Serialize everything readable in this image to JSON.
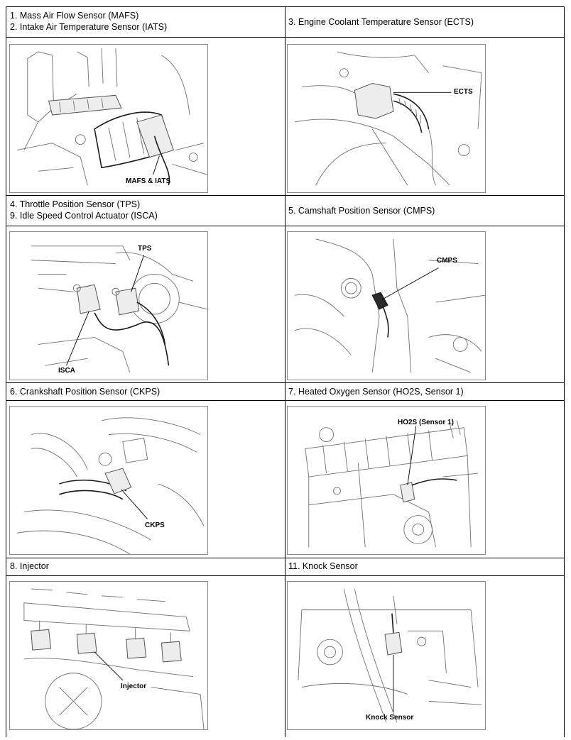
{
  "rows": [
    {
      "left": {
        "lines": [
          "1. Mass Air Flow Sensor (MAFS)",
          "2. Intake Air Temperature Sensor (IATS)"
        ],
        "callouts": [
          "MAFS & IATS"
        ]
      },
      "right": {
        "lines": [
          "3. Engine Coolant Temperature Sensor (ECTS)"
        ],
        "callouts": [
          "ECTS"
        ]
      }
    },
    {
      "left": {
        "lines": [
          "4. Throttle Position Sensor (TPS)",
          "9. Idle Speed Control Actuator (ISCA)"
        ],
        "callouts": [
          "TPS",
          "ISCA"
        ]
      },
      "right": {
        "lines": [
          "5. Camshaft Position Sensor (CMPS)"
        ],
        "callouts": [
          "CMPS"
        ]
      }
    },
    {
      "left": {
        "lines": [
          "6. Crankshaft Position Sensor (CKPS)"
        ],
        "callouts": [
          "CKPS"
        ]
      },
      "right": {
        "lines": [
          "7. Heated Oxygen Sensor (HO2S, Sensor 1)"
        ],
        "callouts": [
          "HO2S (Sensor 1)"
        ]
      }
    },
    {
      "left": {
        "lines": [
          "8. Injector"
        ],
        "callouts": [
          "Injector"
        ]
      },
      "right": {
        "lines": [
          "11. Knock Sensor"
        ],
        "callouts": [
          "Knock Sensor"
        ]
      }
    }
  ]
}
